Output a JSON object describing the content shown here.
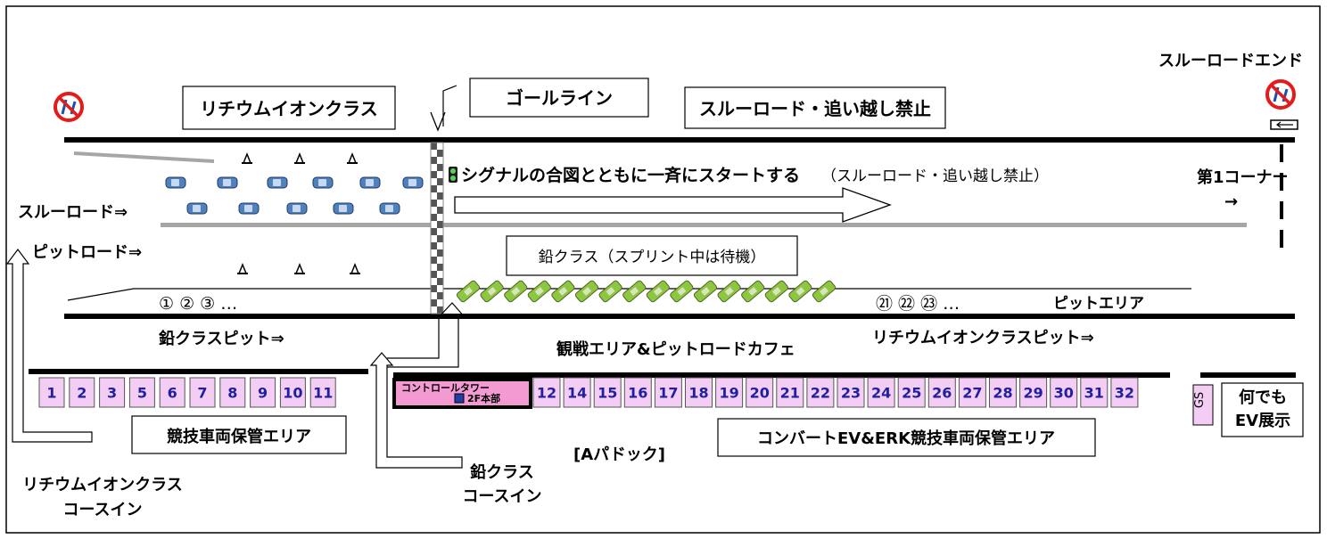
{
  "labels": {
    "lithium_class": "リチウムイオンクラス",
    "goal_line": "ゴールライン",
    "through_no_pass": "スルーロード・追い越し禁止",
    "through_end": "スルーロードエンド",
    "through_road": "スルーロード⇒",
    "pit_road": "ピットロード⇒",
    "start_main": "シグナルの合図とともに一斉にスタートする",
    "start_sub": "（スルーロード・追い越し禁止）",
    "first_corner": "第1コーナー",
    "first_corner_arrow": "→",
    "lead_class_wait": "鉛クラス（スプリント中は待機）",
    "grid_nums": "①  ②  ③  …",
    "grid_nums_2": "㉑  ㉒  ㉓  …",
    "pit_area": "ピットエリア",
    "lead_pit": "鉛クラスピット⇒",
    "spectator": "観戦エリア&ピットロードカフェ",
    "lithium_pit": "リチウムイオンクラスピット⇒",
    "control_tower": "コントロールタワー",
    "hq_2f": "2F本部",
    "storage_area": "競技車両保管エリア",
    "convert_storage": "コンバートEV&ERK競技車両保管エリア",
    "a_paddock": "[Aパドック]",
    "lead_course_in_1": "鉛クラス",
    "lead_course_in_2": "コースイン",
    "lith_course_in_1": "リチウムイオンクラス",
    "lith_course_in_2": "コースイン",
    "gs": "GS",
    "ev_display_1": "何でも",
    "ev_display_2": "EV展示"
  },
  "paddock_left": [
    "1",
    "2",
    "3",
    "5",
    "6",
    "7",
    "8",
    "9",
    "10",
    "11"
  ],
  "paddock_right": [
    "12",
    "14",
    "15",
    "16",
    "17",
    "18",
    "19",
    "20",
    "21",
    "22",
    "23",
    "24",
    "25",
    "26",
    "27",
    "28",
    "29",
    "30",
    "31",
    "32"
  ],
  "colors": {
    "paddock_fill": "#f3cdf3",
    "paddock_text": "#1f1fa0",
    "tower_fill": "#f49ad2",
    "car_blue": "#4f81bd",
    "car_green": "#8dc63f",
    "grey_road": "#a6a6a6"
  }
}
